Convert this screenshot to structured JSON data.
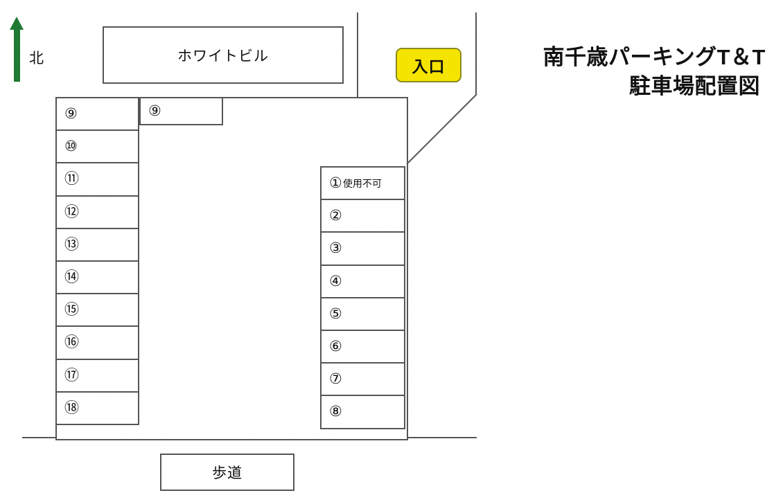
{
  "title": {
    "line1": "南千歳パーキングT＆T",
    "line2": "駐車場配置図"
  },
  "compass": {
    "icon": "north-arrow-icon",
    "label": "北",
    "color": "#1f7a33"
  },
  "building": {
    "label": "ホワイトビル"
  },
  "sidewalk": {
    "label": "歩道"
  },
  "entrance": {
    "label": "入口",
    "fill_color": "#f5e400",
    "text_color": "#111111"
  },
  "lot": {
    "left_column": [
      {
        "number": "⑨",
        "note": ""
      },
      {
        "number": "⑩",
        "note": ""
      },
      {
        "number": "⑪",
        "note": ""
      },
      {
        "number": "⑫",
        "note": ""
      },
      {
        "number": "⑬",
        "note": ""
      },
      {
        "number": "⑭",
        "note": ""
      },
      {
        "number": "⑮",
        "note": ""
      },
      {
        "number": "⑯",
        "note": ""
      },
      {
        "number": "⑰",
        "note": ""
      },
      {
        "number": "⑱",
        "note": ""
      }
    ],
    "right_column": [
      {
        "number": "①",
        "note": "使用不可"
      },
      {
        "number": "②",
        "note": ""
      },
      {
        "number": "③",
        "note": ""
      },
      {
        "number": "④",
        "note": ""
      },
      {
        "number": "⑤",
        "note": ""
      },
      {
        "number": "⑥",
        "note": ""
      },
      {
        "number": "⑦",
        "note": ""
      },
      {
        "number": "⑧",
        "note": ""
      }
    ],
    "extra_stall": {
      "number": "⑨",
      "note": ""
    }
  },
  "style": {
    "line_color": "#555555",
    "text_color": "#111111"
  }
}
